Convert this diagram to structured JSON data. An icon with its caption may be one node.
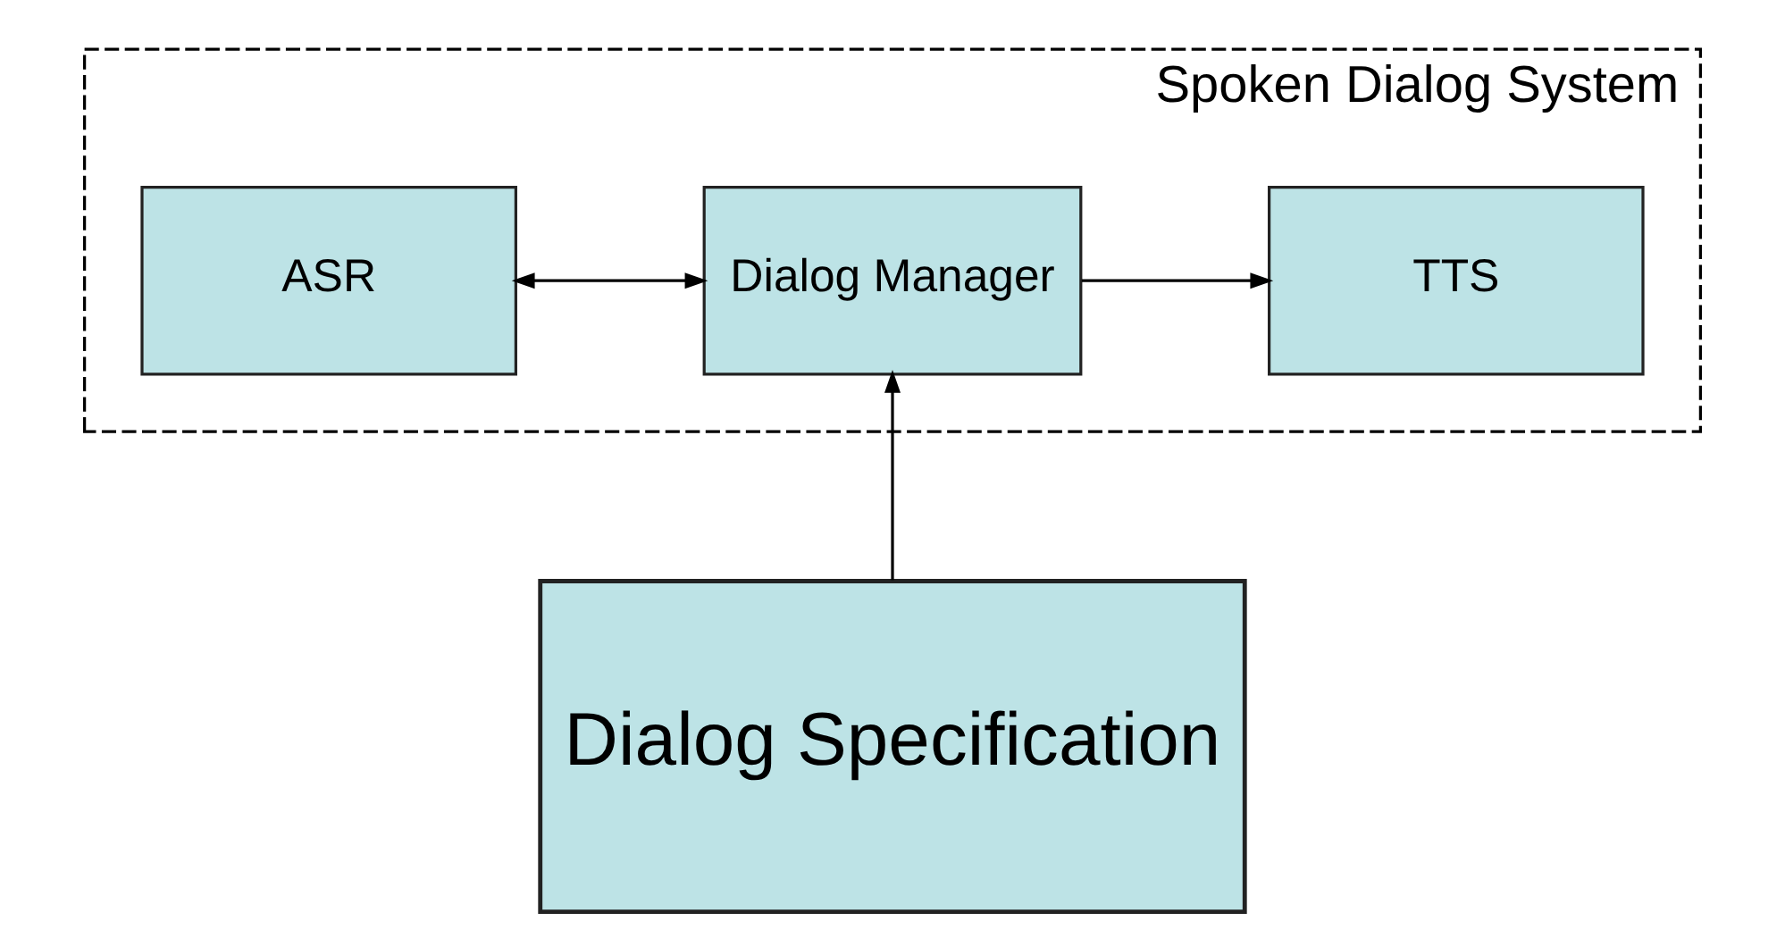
{
  "diagram": {
    "nodes": [
      {
        "text": [
          "Spoken Dialog System"
        ]
      },
      {
        "text": [
          "ASR"
        ],
        "in": 0
      },
      {
        "text": [
          "Dialog Manager"
        ],
        "in": 0
      },
      {
        "text": [
          "TTS"
        ],
        "in": 0
      },
      {
        "text": [
          "Dialog Specification"
        ]
      }
    ],
    "edges": [
      {
        "from": 1,
        "to": 2,
        "arrow": "both"
      },
      {
        "from": 2,
        "to": 3,
        "arrow": "to"
      },
      {
        "from": 4,
        "to": 2,
        "arrow": "to"
      }
    ]
  }
}
